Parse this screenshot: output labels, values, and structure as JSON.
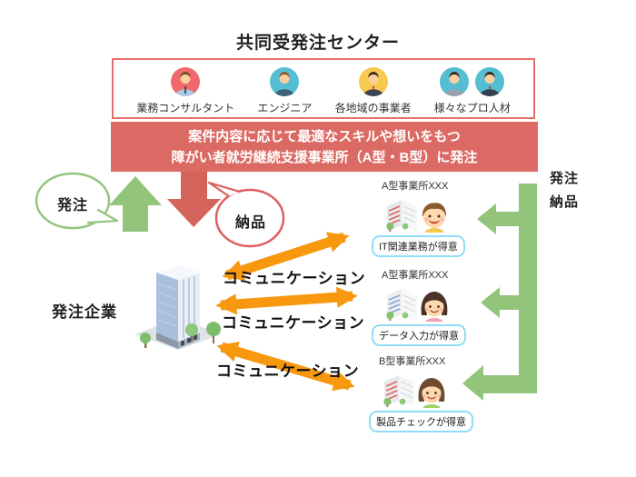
{
  "title": "共同受発注センター",
  "center_box": {
    "members": [
      {
        "label": "業務コンサルタント"
      },
      {
        "label": "エンジニア"
      },
      {
        "label": "各地域の事業者"
      },
      {
        "label": "様々なプロ人材"
      }
    ]
  },
  "banner": {
    "line1": "案件内容に応じて最適なスキルや想いをもつ",
    "line2": "障がい者就労継続支援事業所（A型・B型）に発注"
  },
  "left_flow": {
    "order_bubble": "発注",
    "delivery_bubble": "納品",
    "company": "発注企業"
  },
  "communication": {
    "label1": "コミュニケーション",
    "label2": "コミュニケーション",
    "label3": "コミュニケーション"
  },
  "right_flow": {
    "order": "発注",
    "delivery": "納品"
  },
  "providers": [
    {
      "name": "A型事業所XXX",
      "skill": "IT関連業務が得意"
    },
    {
      "name": "A型事業所XXX",
      "skill": "データ入力が得意"
    },
    {
      "name": "B型事業所XXX",
      "skill": "製品チェックが得意"
    }
  ],
  "colors": {
    "banner_red": "#dc6a64",
    "box_border_red": "#e4706c",
    "down_arrow_red": "#d4635c",
    "green": "#92c47b",
    "orange": "#f8980f",
    "skill_badge_border": "#8fdcf8"
  }
}
